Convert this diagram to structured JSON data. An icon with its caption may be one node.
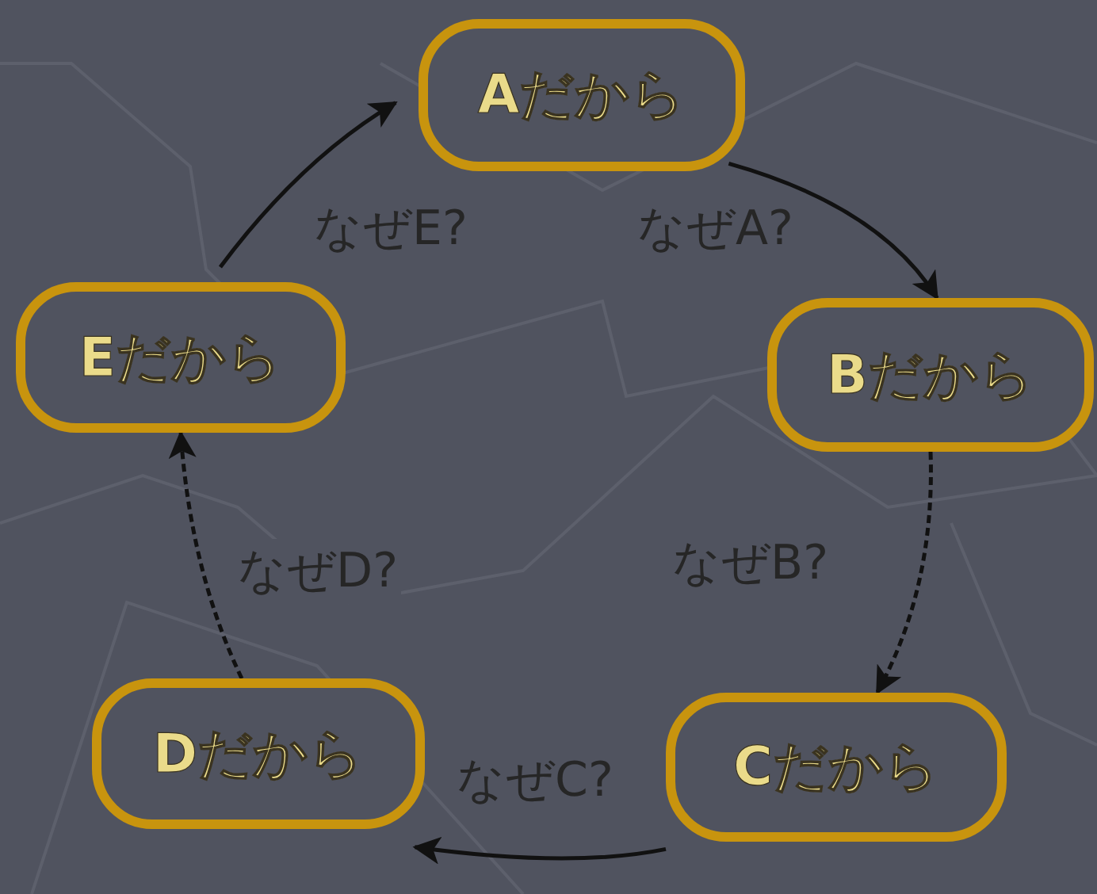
{
  "diagram": {
    "nodes": [
      {
        "text": [
          "Aだから"
        ]
      },
      {
        "text": [
          "Bだから"
        ]
      },
      {
        "text": [
          "Cだから"
        ]
      },
      {
        "text": [
          "Dだから"
        ]
      },
      {
        "text": [
          "Eだから"
        ]
      }
    ],
    "edges": [
      {
        "from": 0,
        "to": 1,
        "arrow": "to",
        "label": "なぜA?"
      },
      {
        "from": 1,
        "to": 2,
        "arrow": "to",
        "label": "なぜB?",
        "style": "dashed"
      },
      {
        "from": 2,
        "to": 3,
        "arrow": "to",
        "label": "なぜC?"
      },
      {
        "from": 3,
        "to": 4,
        "arrow": "to",
        "label": "なぜD?",
        "style": "dashed"
      },
      {
        "from": 4,
        "to": 0,
        "arrow": "to",
        "label": "なぜE?"
      }
    ]
  }
}
